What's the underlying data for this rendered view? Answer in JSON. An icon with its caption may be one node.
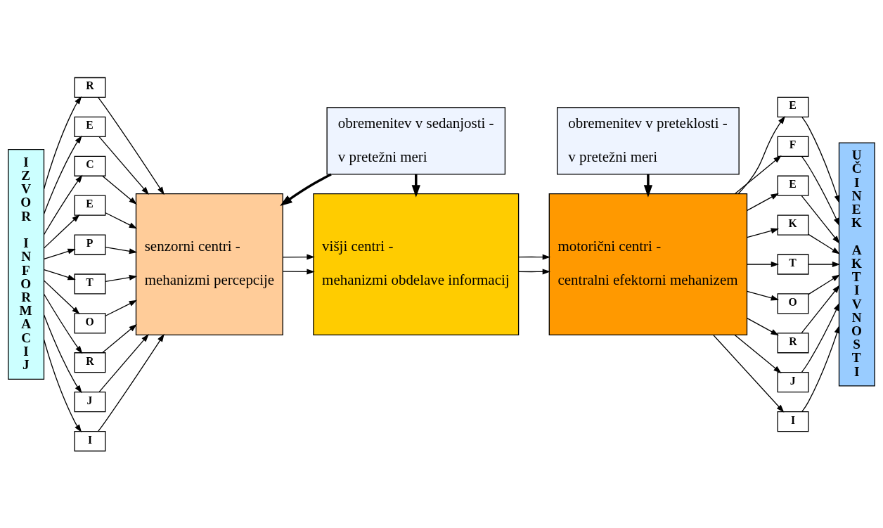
{
  "diagram": {
    "nodes": [
      {
        "text": [
          "IZVOR INFORMACIJ"
        ]
      },
      {
        "text": [
          "R"
        ]
      },
      {
        "text": [
          "E"
        ]
      },
      {
        "text": [
          "C"
        ]
      },
      {
        "text": [
          "E"
        ]
      },
      {
        "text": [
          "P"
        ]
      },
      {
        "text": [
          "T"
        ]
      },
      {
        "text": [
          "O"
        ]
      },
      {
        "text": [
          "R"
        ]
      },
      {
        "text": [
          "J"
        ]
      },
      {
        "text": [
          "I"
        ]
      },
      {
        "text": [
          "senzorni centri -",
          "mehanizmi percepcije"
        ]
      },
      {
        "text": [
          "višji centri -",
          "mehanizmi obdelave informacij"
        ]
      },
      {
        "text": [
          "motorični centri -",
          "centralni efektorni mehanizem"
        ]
      },
      {
        "text": [
          "obremenitev v preteklosti -",
          "v pretežni meri"
        ]
      },
      {
        "text": [
          "obremenitev v sedanjosti -",
          "v pretežni meri"
        ]
      },
      {
        "text": [
          "E"
        ]
      },
      {
        "text": [
          "F"
        ]
      },
      {
        "text": [
          "E"
        ]
      },
      {
        "text": [
          "K"
        ]
      },
      {
        "text": [
          "T"
        ]
      },
      {
        "text": [
          "O"
        ]
      },
      {
        "text": [
          "R"
        ]
      },
      {
        "text": [
          "J"
        ]
      },
      {
        "text": [
          "I"
        ]
      },
      {
        "text": [
          "UČINEK AKTIVNOSTI"
        ]
      }
    ],
    "edges": [
      {
        "from": 0,
        "to": 1,
        "arrow": "to"
      },
      {
        "from": 0,
        "to": 2,
        "arrow": "to"
      },
      {
        "from": 0,
        "to": 3,
        "arrow": "to"
      },
      {
        "from": 0,
        "to": 4,
        "arrow": "to"
      },
      {
        "from": 0,
        "to": 5,
        "arrow": "to"
      },
      {
        "from": 0,
        "to": 6,
        "arrow": "to"
      },
      {
        "from": 0,
        "to": 7,
        "arrow": "to"
      },
      {
        "from": 0,
        "to": 8,
        "arrow": "to"
      },
      {
        "from": 0,
        "to": 9,
        "arrow": "to"
      },
      {
        "from": 0,
        "to": 10,
        "arrow": "to"
      },
      {
        "from": 1,
        "to": 11,
        "arrow": "to"
      },
      {
        "from": 2,
        "to": 11,
        "arrow": "to"
      },
      {
        "from": 3,
        "to": 11,
        "arrow": "to"
      },
      {
        "from": 4,
        "to": 11,
        "arrow": "to"
      },
      {
        "from": 5,
        "to": 11,
        "arrow": "to"
      },
      {
        "from": 6,
        "to": 11,
        "arrow": "to"
      },
      {
        "from": 7,
        "to": 11,
        "arrow": "to"
      },
      {
        "from": 8,
        "to": 11,
        "arrow": "to"
      },
      {
        "from": 9,
        "to": 11,
        "arrow": "to"
      },
      {
        "from": 10,
        "to": 11,
        "arrow": "to"
      },
      {
        "from": 11,
        "to": 12,
        "arrow": "to"
      },
      {
        "from": 11,
        "to": 12,
        "arrow": "to"
      },
      {
        "from": 12,
        "to": 13,
        "arrow": "to"
      },
      {
        "from": 12,
        "to": 13,
        "arrow": "to"
      },
      {
        "from": 14,
        "to": 13,
        "arrow": "to",
        "style": "thick"
      },
      {
        "from": 15,
        "to": 11,
        "arrow": "to",
        "style": "thick"
      },
      {
        "from": 15,
        "to": 12,
        "arrow": "to",
        "style": "thick"
      },
      {
        "from": 13,
        "to": 16,
        "arrow": "to"
      },
      {
        "from": 13,
        "to": 17,
        "arrow": "to"
      },
      {
        "from": 13,
        "to": 18,
        "arrow": "to"
      },
      {
        "from": 13,
        "to": 19,
        "arrow": "to"
      },
      {
        "from": 13,
        "to": 20,
        "arrow": "to"
      },
      {
        "from": 13,
        "to": 21,
        "arrow": "to"
      },
      {
        "from": 13,
        "to": 22,
        "arrow": "to"
      },
      {
        "from": 13,
        "to": 23,
        "arrow": "to"
      },
      {
        "from": 13,
        "to": 24,
        "arrow": "to"
      },
      {
        "from": 16,
        "to": 25,
        "arrow": "to"
      },
      {
        "from": 17,
        "to": 25,
        "arrow": "to"
      },
      {
        "from": 18,
        "to": 25,
        "arrow": "to"
      },
      {
        "from": 19,
        "to": 25,
        "arrow": "to"
      },
      {
        "from": 20,
        "to": 25,
        "arrow": "to"
      },
      {
        "from": 21,
        "to": 25,
        "arrow": "to"
      },
      {
        "from": 22,
        "to": 25,
        "arrow": "to"
      },
      {
        "from": 23,
        "to": 25,
        "arrow": "to"
      },
      {
        "from": 24,
        "to": 25,
        "arrow": "to"
      }
    ]
  }
}
